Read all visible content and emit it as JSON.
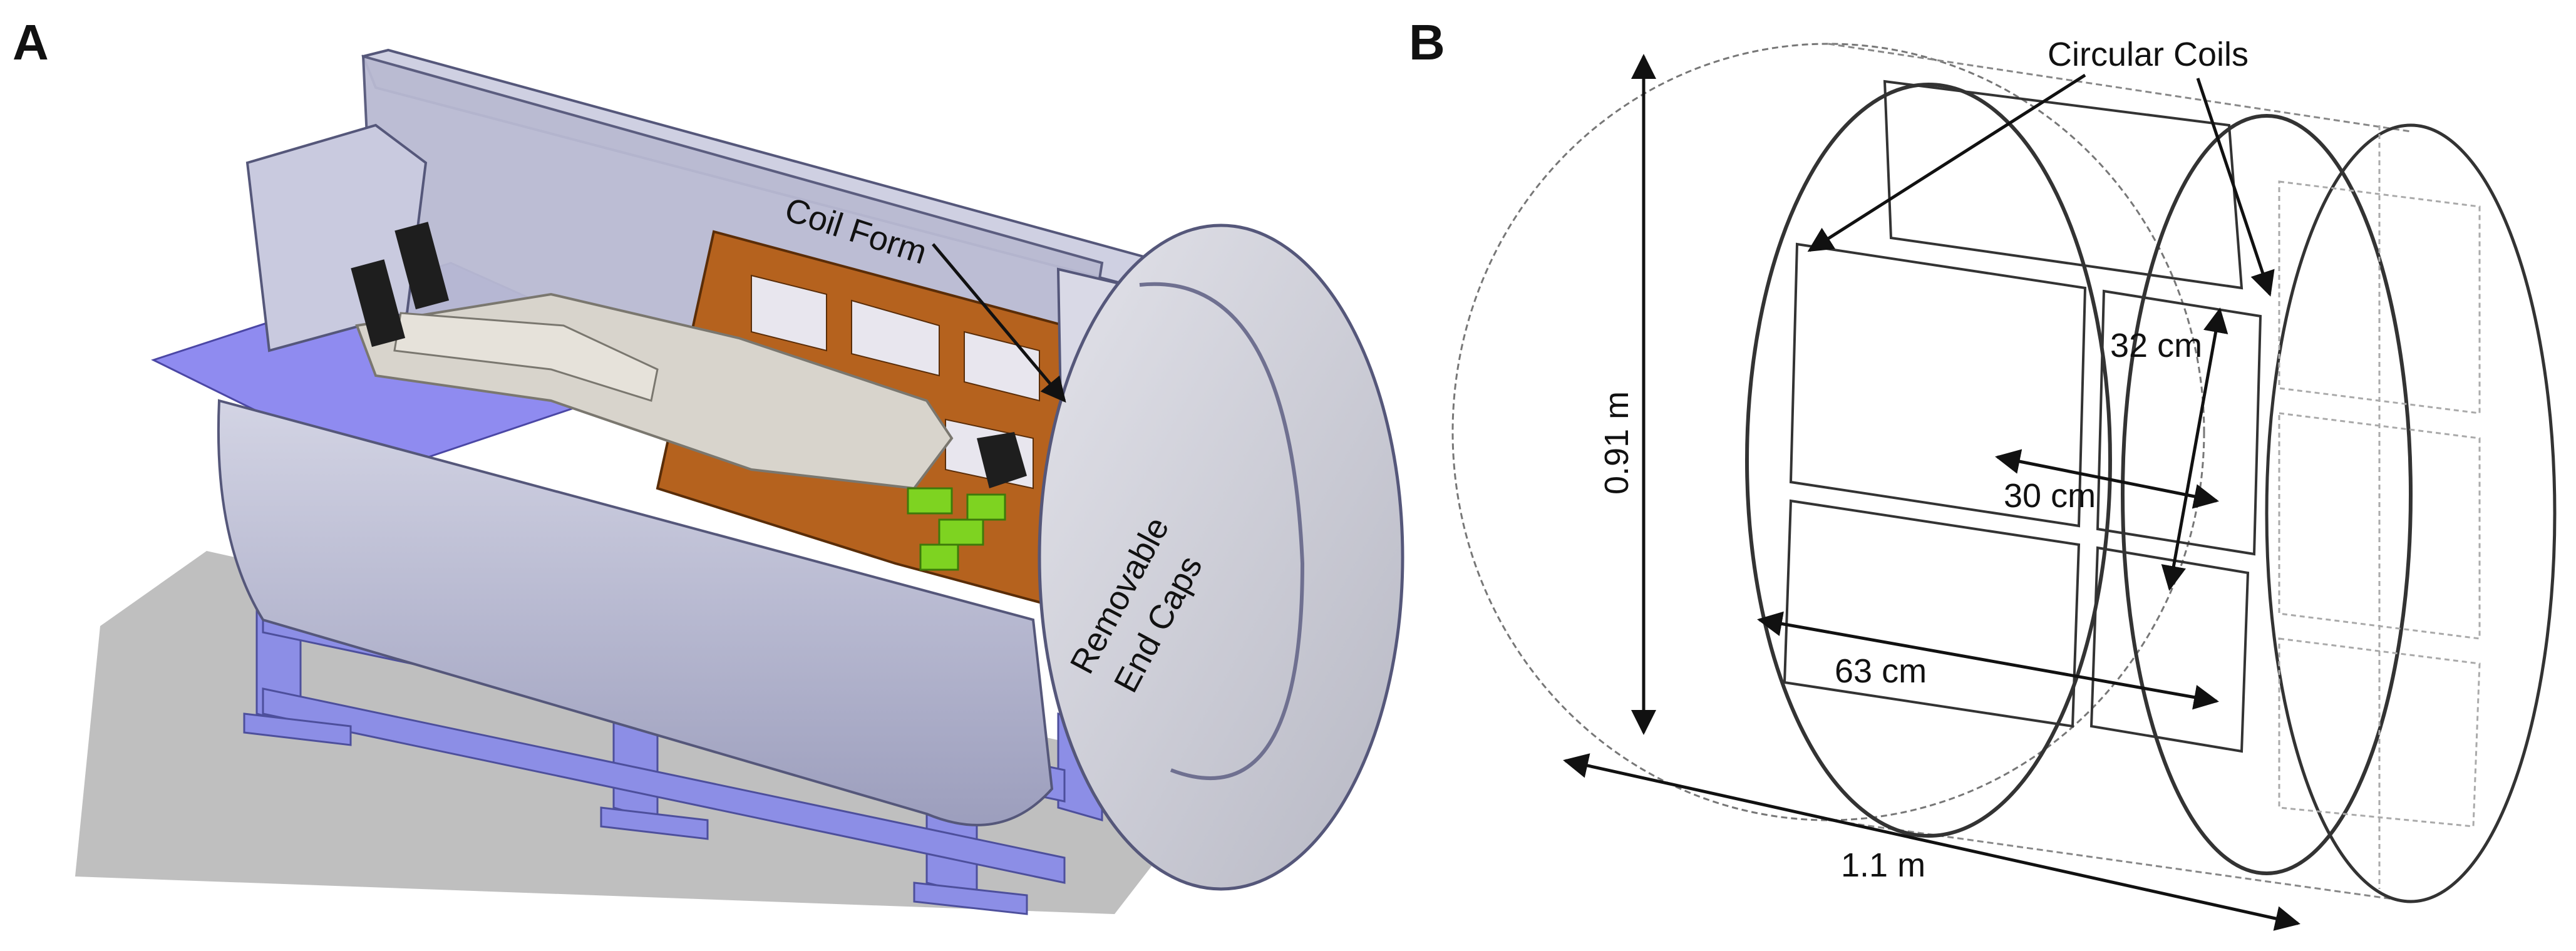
{
  "panel_a": {
    "label": "A",
    "coil_form_label": "Coil Form",
    "end_caps_line1": "Removable",
    "end_caps_line2": "End Caps"
  },
  "panel_b": {
    "label": "B",
    "circular_coils_label": "Circular Coils",
    "dim_diameter": "0.91 m",
    "dim_length": "1.1 m",
    "dim_63": "63 cm",
    "dim_30": "30 cm",
    "dim_32": "32 cm"
  },
  "colors": {
    "shell": "#c2c3d6",
    "shell_dark": "#8d8fae",
    "frame": "#8c8ee6",
    "coil_form": "#b5621e",
    "body": "#d8d4cc",
    "green": "#7ed321"
  }
}
